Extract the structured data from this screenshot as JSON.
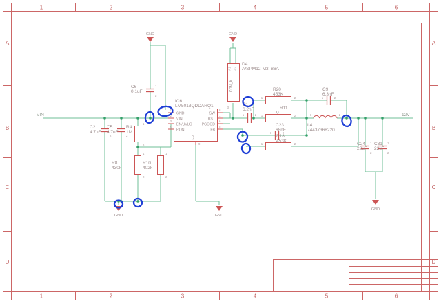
{
  "colors": {
    "background": "#ffffff",
    "wire": "#6fbf97",
    "symbol": "#cc5555",
    "label": "#9c8c8c",
    "frame": "#cc6666",
    "annotation_ink": "#1f3fd6"
  },
  "frame": {
    "columns": [
      "1",
      "2",
      "3",
      "4",
      "5",
      "6"
    ],
    "rows": [
      "A",
      "B",
      "C",
      "D"
    ]
  },
  "nets": {
    "input": "VIN",
    "output": "12V",
    "ground": "GND"
  },
  "pin_numbers": {
    "p1": "1",
    "p2": "2"
  },
  "components": {
    "ic6": {
      "name": "IC6",
      "value": "LM5013QDDARQ1",
      "pins_left": [
        {
          "num": "7",
          "label": "GND"
        },
        {
          "num": "2",
          "label": "VIN"
        },
        {
          "num": "3",
          "label": "EN/UVLO"
        },
        {
          "num": "4",
          "label": "RON"
        }
      ],
      "pins_right": [
        {
          "num": "8",
          "label": "SW"
        },
        {
          "num": "1",
          "label": "BST"
        },
        {
          "num": "6",
          "label": "PGOOD"
        },
        {
          "num": "5",
          "label": "FB"
        }
      ],
      "pad": {
        "num": "9",
        "label": "EP"
      }
    },
    "d4": {
      "name": "D4",
      "value": "A/SPM12-M3_86A",
      "internal": "COM_K",
      "pin_a1": "A1",
      "pin_a2": "A2",
      "pin_bottom": "3"
    },
    "c2": {
      "name": "C2",
      "value": "4.7uF"
    },
    "c5": {
      "name": "C5",
      "value": "4.7uF"
    },
    "c6": {
      "name": "C6",
      "value": "0.1uF"
    },
    "r4": {
      "name": "R4",
      "value": "1M"
    },
    "r8": {
      "name": "R8",
      "value": "430k"
    },
    "r10": {
      "name": "R10",
      "value": "402k"
    },
    "r20": {
      "name": "R20",
      "value": "453K"
    },
    "c9": {
      "name": "C9",
      "value": "6.3nF"
    },
    "c1": {
      "name": "C1",
      "value": "6.2nF"
    },
    "r11": {
      "name": "R11",
      "value": "0"
    },
    "c23": {
      "name": "C23",
      "value": "68nF"
    },
    "r18": {
      "name": "R18",
      "value": "453K"
    },
    "l4": {
      "name": "L4",
      "value": "74437368220"
    },
    "c24": {
      "name": "C24",
      "value": "22uF"
    },
    "c31": {
      "name": "C31",
      "value": "22uF"
    }
  }
}
